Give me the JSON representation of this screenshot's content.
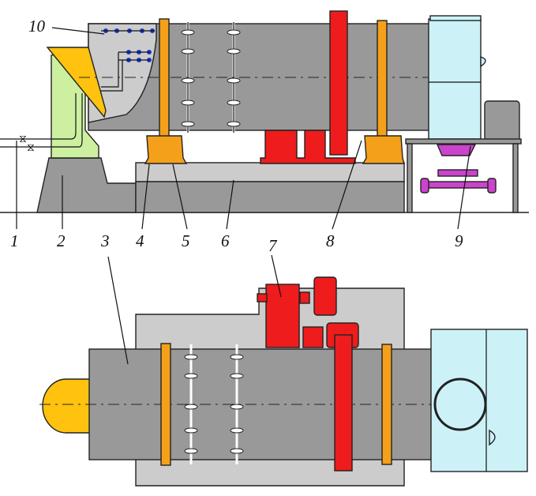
{
  "title": "Rotary drum dryer — elevation and plan views",
  "colors": {
    "drum": "#999999",
    "foundation_light": "#cccccc",
    "foundation_dark": "#999999",
    "tyre_ring": "#f5a01a",
    "drive": "#ee1c1c",
    "feed_chute": "#ffc20e",
    "furnace": "#ccf0a0",
    "discharge_chamber": "#ccf2f8",
    "conveyor": "#cc44cc",
    "burner_nozzles": "#1a3ccc"
  },
  "callouts": [
    {
      "id": "1",
      "label": "1"
    },
    {
      "id": "2",
      "label": "2"
    },
    {
      "id": "3",
      "label": "3"
    },
    {
      "id": "4",
      "label": "4"
    },
    {
      "id": "5",
      "label": "5"
    },
    {
      "id": "6",
      "label": "6"
    },
    {
      "id": "7",
      "label": "7"
    },
    {
      "id": "8",
      "label": "8"
    },
    {
      "id": "9",
      "label": "9"
    },
    {
      "id": "10",
      "label": "10"
    }
  ]
}
